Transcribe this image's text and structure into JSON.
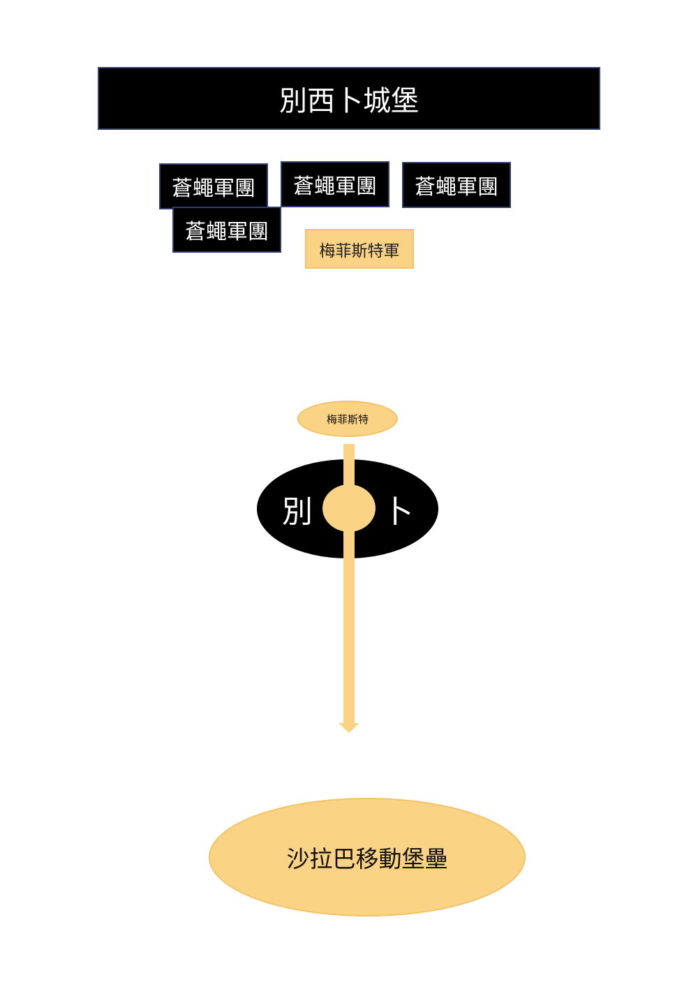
{
  "title": "別西卜城堡",
  "legions": [
    {
      "label": "蒼蠅軍團"
    },
    {
      "label": "蒼蠅軍團"
    },
    {
      "label": "蒼蠅軍團"
    },
    {
      "label": "蒼蠅軍團"
    }
  ],
  "mephisto_army": "梅菲斯特軍",
  "mephisto_node": "梅菲斯特",
  "castle_node": "別西卜",
  "fortress_node": "沙拉巴移動堡壘",
  "colors": {
    "black": "#000000",
    "border_blue": "#2f3f6f",
    "gold": "#fbd384",
    "gold_border": "#f3c265"
  }
}
